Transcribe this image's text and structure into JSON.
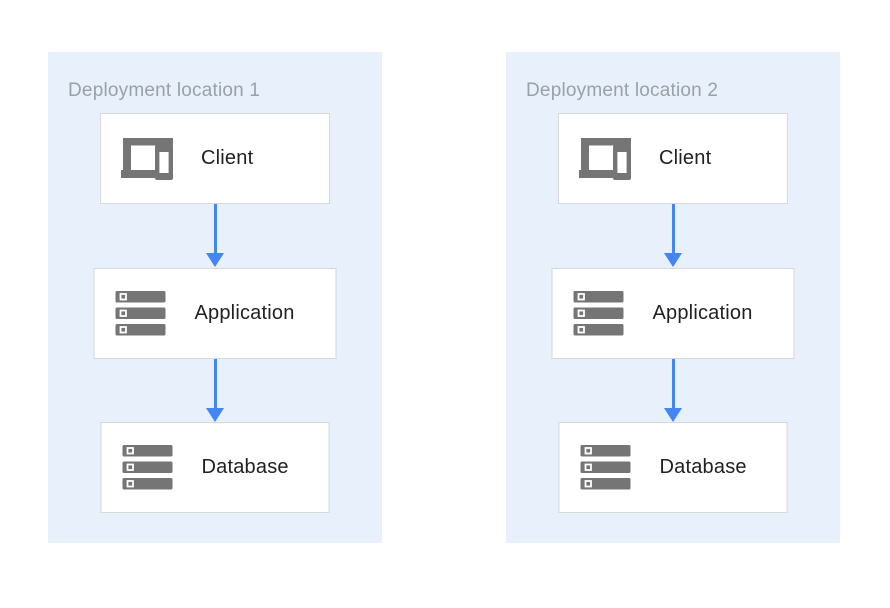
{
  "diagram": {
    "panels": [
      {
        "title": "Deployment location 1",
        "nodes": [
          {
            "label": "Client",
            "icon": "devices-icon"
          },
          {
            "label": "Application",
            "icon": "storage-icon"
          },
          {
            "label": "Database",
            "icon": "storage-icon"
          }
        ]
      },
      {
        "title": "Deployment location 2",
        "nodes": [
          {
            "label": "Client",
            "icon": "devices-icon"
          },
          {
            "label": "Application",
            "icon": "storage-icon"
          },
          {
            "label": "Database",
            "icon": "storage-icon"
          }
        ]
      }
    ],
    "colors": {
      "panel_bg": "#E8F0FB",
      "node_bg": "#FFFFFF",
      "node_border": "#D6D8DA",
      "arrow": "#4285F4",
      "icon": "#757575",
      "title_text": "#9AA0A6",
      "label_text": "#212121"
    }
  }
}
